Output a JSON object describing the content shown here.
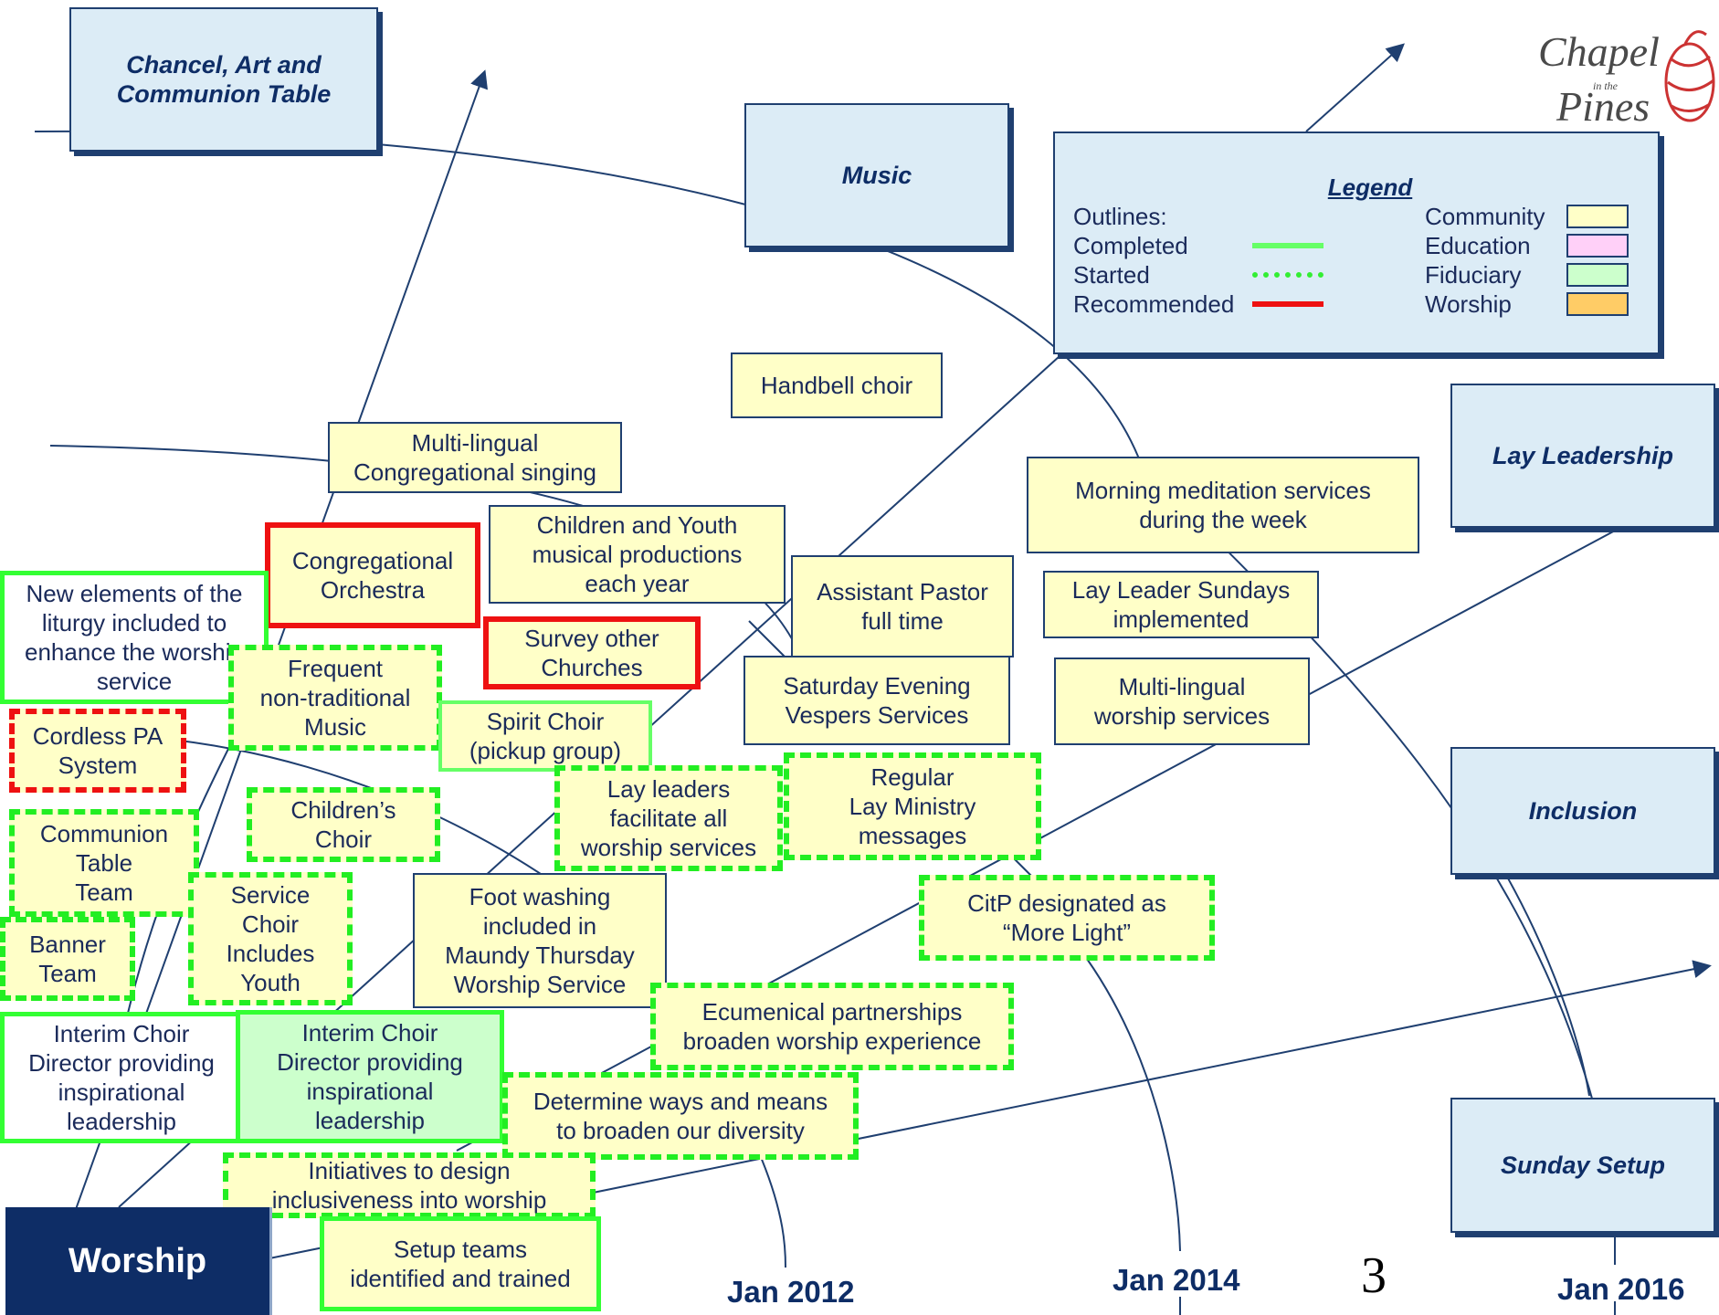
{
  "categories": {
    "chancel": "Chancel, Art and\nCommunion Table",
    "music": "Music",
    "lay_leadership": "Lay Leadership",
    "inclusion": "Inclusion",
    "sunday_setup": "Sunday Setup"
  },
  "root_label": "Worship",
  "legend": {
    "title": "Legend",
    "outlines_label": "Outlines:",
    "outlines": [
      {
        "label": "Completed",
        "style": "solid-green",
        "color": "#66ff66"
      },
      {
        "label": "Started",
        "style": "dotted-green",
        "color": "#33ee33"
      },
      {
        "label": "Recommended",
        "style": "solid-red",
        "color": "#ee1111"
      }
    ],
    "categories": [
      {
        "label": "Community",
        "color": "#ffffc8"
      },
      {
        "label": "Education",
        "color": "#ffd0f8"
      },
      {
        "label": "Fiduciary",
        "color": "#ccffcc"
      },
      {
        "label": "Worship",
        "color": "#ffcc66"
      }
    ]
  },
  "dates": [
    "Jan  2012",
    "Jan  2014",
    "Jan  2016"
  ],
  "page_number": "3",
  "logo": {
    "line1": "Chapel",
    "line2": "in the",
    "line3": "Pines"
  },
  "items": {
    "handbell": "Handbell choir",
    "multilingual_singing": "Multi-lingual\nCongregational singing",
    "children_youth": "Children and Youth\nmusical productions\neach year",
    "orchestra": "Congregational\nOrchestra",
    "new_elements": "New elements of the\nliturgy included to\nenhance the worship\nservice",
    "frequent_music": "Frequent\nnon-traditional\nMusic",
    "survey": "Survey other\nChurches",
    "spirit_choir": "Spirit Choir\n(pickup group)",
    "assistant_pastor": "Assistant Pastor\nfull time",
    "saturday_vespers": "Saturday Evening\nVespers Services",
    "morning_meditation": "Morning meditation services\nduring the week",
    "lay_leader_sundays": "Lay Leader Sundays\nimplemented",
    "multilingual_services": "Multi-lingual\nworship services",
    "cordless_pa": "Cordless PA\nSystem",
    "childrens_choir": "Children’s\nChoir",
    "lay_leaders_facilitate": "Lay leaders\nfacilitate all\nworship services",
    "regular_lay_ministry": "Regular\nLay Ministry\nmessages",
    "communion_team": "Communion\nTable\nTeam",
    "service_choir": "Service\nChoir\nIncludes\nYouth",
    "foot_washing": "Foot washing\nincluded in\nMaundy Thursday\nWorship Service",
    "more_light": "CitP designated as\n“More Light”",
    "banner_team": "Banner\nTeam",
    "ecumenical": "Ecumenical partnerships\nbroaden worship experience",
    "interim_choir_1": "Interim Choir\nDirector providing\ninspirational\nleadership",
    "interim_choir_2": "Interim Choir\nDirector providing\ninspirational\nleadership",
    "diversity": "Determine ways and means\nto broaden our diversity",
    "inclusiveness": "Initiatives to design\ninclusiveness into worship",
    "setup_teams": "Setup  teams\nidentified and trained"
  }
}
